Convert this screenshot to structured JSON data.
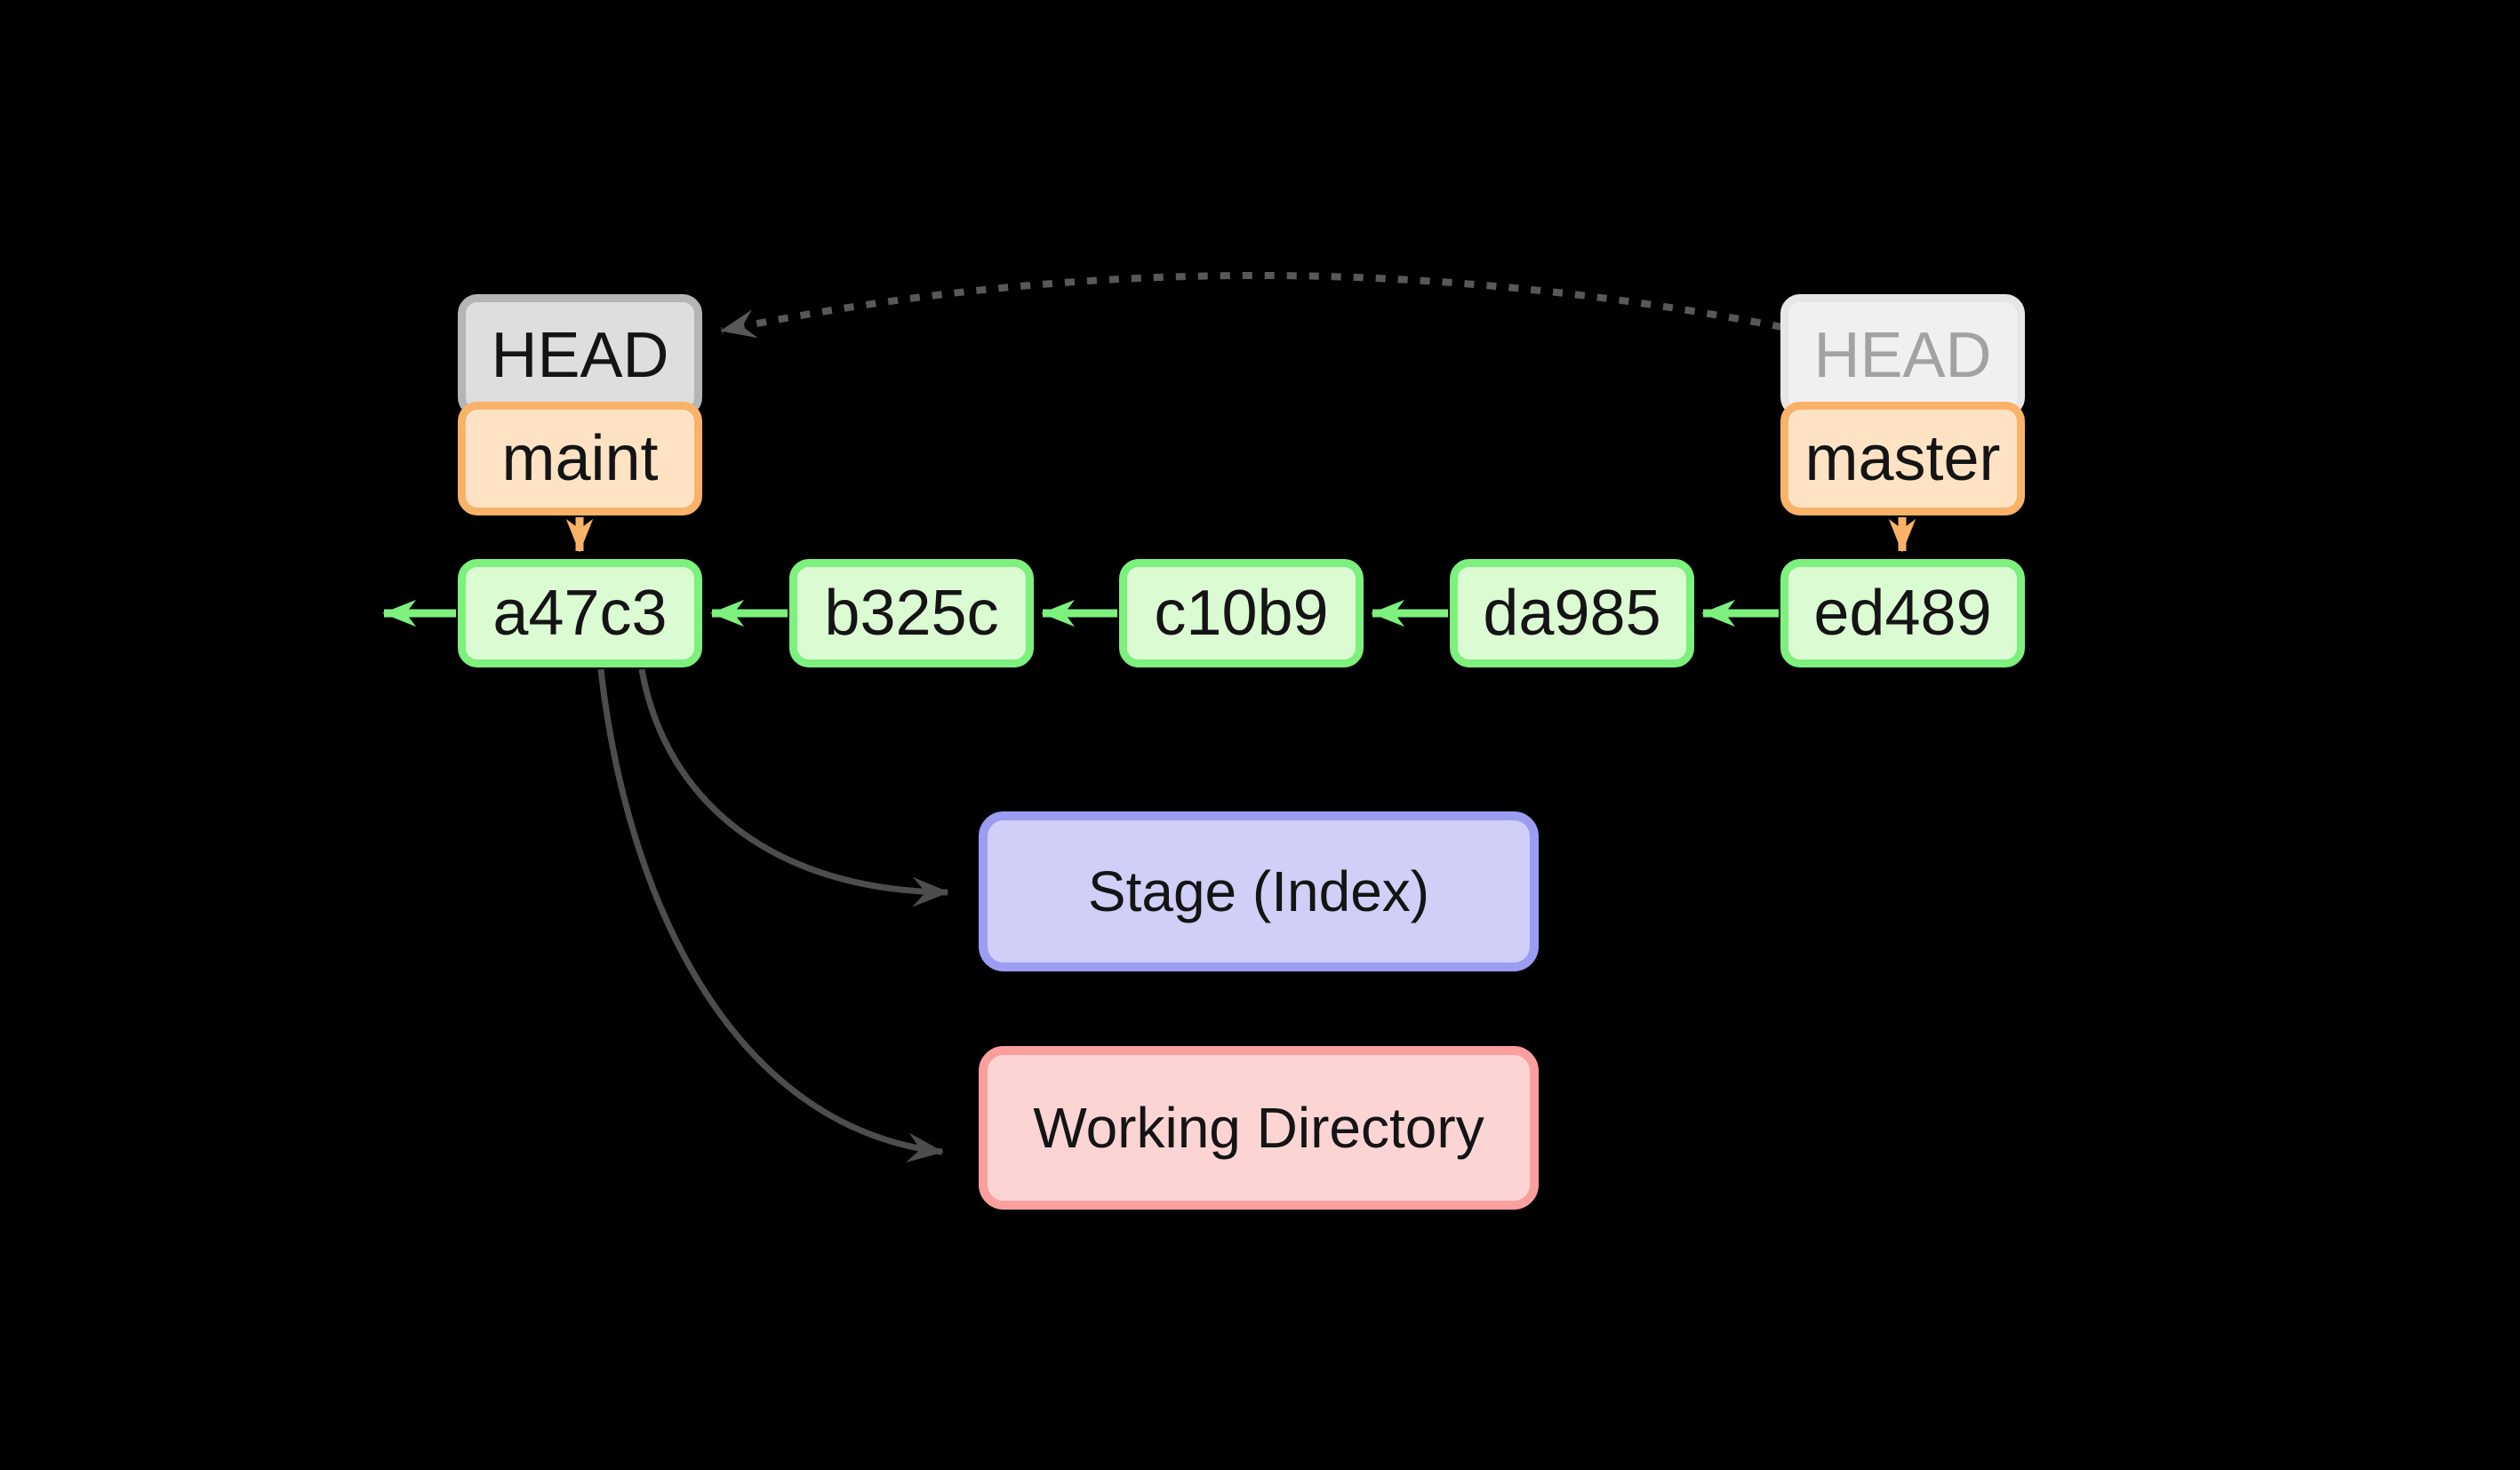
{
  "diagram_type": "git-commit-graph",
  "colors": {
    "background": "#000000",
    "commit_fill": "#dbfbd2",
    "commit_border": "#7df07d",
    "branch_fill": "#fde3c4",
    "branch_border": "#fab269",
    "head_fill": "#dedede",
    "head_border": "#b5b5b5",
    "head_faded_fill": "#f0f0f0",
    "head_faded_border": "#e6e6e6",
    "head_faded_text": "#a2a2a2",
    "stage_fill": "#cfcff8",
    "stage_border": "#9c9cf3",
    "workdir_fill": "#fdd4d4",
    "workdir_border": "#fb9e9e",
    "gray_arrow": "#4d4d4d",
    "dotted_arrow": "#585858"
  },
  "nodes": {
    "head_current": {
      "label": "HEAD",
      "attached_to": "maint"
    },
    "branch_maint": {
      "label": "maint"
    },
    "head_previous": {
      "label": "HEAD",
      "attached_to": "master",
      "faded": true
    },
    "branch_master": {
      "label": "master"
    },
    "commits": [
      {
        "id": "a47c3"
      },
      {
        "id": "b325c"
      },
      {
        "id": "c10b9"
      },
      {
        "id": "da985"
      },
      {
        "id": "ed489"
      }
    ],
    "stage": {
      "label": "Stage (Index)"
    },
    "working_directory": {
      "label": "Working Directory"
    }
  },
  "edges": [
    {
      "from": "ed489",
      "to": "da985",
      "style": "solid-green"
    },
    {
      "from": "da985",
      "to": "c10b9",
      "style": "solid-green"
    },
    {
      "from": "c10b9",
      "to": "b325c",
      "style": "solid-green"
    },
    {
      "from": "b325c",
      "to": "a47c3",
      "style": "solid-green"
    },
    {
      "from": "a47c3",
      "to": "older-history-offscreen",
      "style": "solid-green"
    },
    {
      "from": "maint",
      "to": "a47c3",
      "style": "solid-orange"
    },
    {
      "from": "master",
      "to": "ed489",
      "style": "solid-orange"
    },
    {
      "from": "HEAD@master",
      "to": "HEAD@maint",
      "style": "dotted-gray"
    },
    {
      "from": "a47c3",
      "to": "Stage (Index)",
      "style": "curved-gray"
    },
    {
      "from": "a47c3",
      "to": "Working Directory",
      "style": "curved-gray"
    }
  ]
}
